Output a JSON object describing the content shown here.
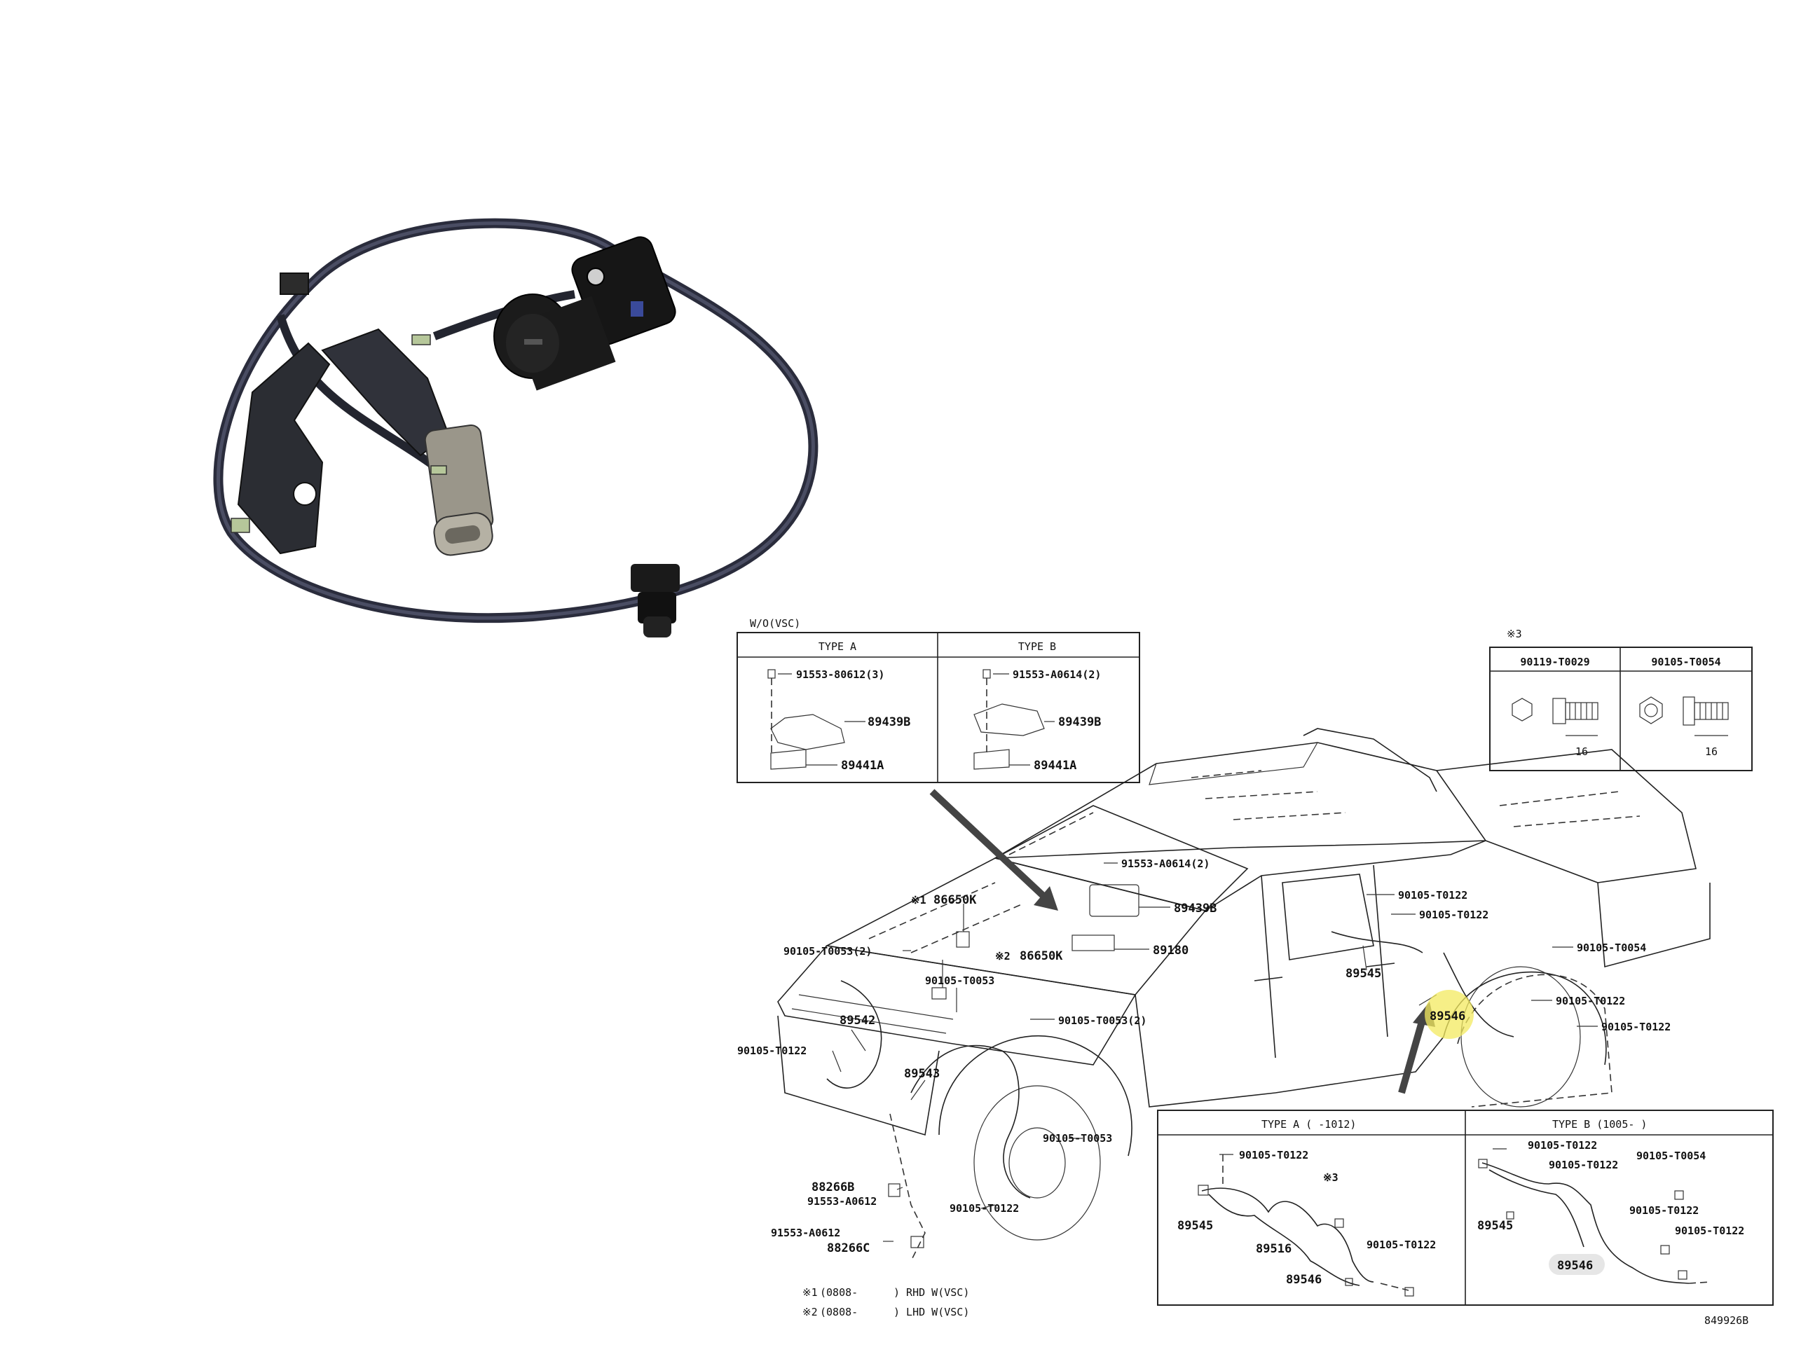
{
  "photo": {
    "subject": "ABS wheel speed sensor with harness, bracket and connector"
  },
  "vsc_tables": {
    "note": "W/O(VSC)",
    "type_a": {
      "header": "TYPE A",
      "bolt": "91553-80612(3)",
      "bracket": "89439B",
      "clamp": "89441A"
    },
    "type_b": {
      "header": "TYPE B",
      "bolt": "91553-A0614(2)",
      "bracket": "89439B",
      "clamp": "89441A"
    }
  },
  "fastener_table": {
    "marker": "※3",
    "col1": {
      "part": "90119-T0029",
      "dim": "16"
    },
    "col2": {
      "part": "90105-T0054",
      "dim": "16"
    }
  },
  "callouts": {
    "c91553_a0614_2": "91553-A0614(2)",
    "c89439b": "89439B",
    "c89180": "89180",
    "c86650k_1_mark": "※1",
    "c86650k_1": "86650K",
    "c86650k_2_mark": "※2",
    "c86650k_2": "86650K",
    "c90105_t0053_2_left": "90105-T0053(2)",
    "c90105_t0053_mid": "90105-T0053",
    "c90105_t0053_2_right": "90105-T0053(2)",
    "c89542": "89542",
    "c90105_t0122_left": "90105-T0122",
    "c89543": "89543",
    "c90105_t0053_low": "90105-T0053",
    "c88266b": "88266B",
    "c91553_a0612_a": "91553-A0612",
    "c90105_t0122_low": "90105-T0122",
    "c91553_a0612_b": "91553-A0612",
    "c88266c": "88266C",
    "c90105_t0122_r1": "90105-T0122",
    "c90105_t0122_r2": "90105-T0122",
    "c89545": "89545",
    "c90105_t0054": "90105-T0054",
    "c90105_t0122_r3": "90105-T0122",
    "c89546": "89546",
    "c90105_t0122_r4": "90105-T0122"
  },
  "notes": {
    "note1_mark": "※1",
    "note1_date": "(0808-",
    "note1_text": ") RHD W(VSC)",
    "note2_mark": "※2",
    "note2_date": "(0808-",
    "note2_text": ") LHD W(VSC)"
  },
  "rear_type_a": {
    "header": "TYPE A  (        -1012)",
    "marker": "※3",
    "p90105_t0122_a": "90105-T0122",
    "p89545": "89545",
    "p89516": "89516",
    "p90105_t0122_b": "90105-T0122",
    "p89546": "89546"
  },
  "rear_type_b": {
    "header": "TYPE B  (1005-      )",
    "p90105_t0122_a": "90105-T0122",
    "p90105_t0122_b": "90105-T0122",
    "p90105_t0054": "90105-T0054",
    "p89545": "89545",
    "p90105_t0122_c": "90105-T0122",
    "p90105_t0122_d": "90105-T0122",
    "p89546": "89546"
  },
  "figure_id": "849926B",
  "highlight_color": "#f3ea5f"
}
